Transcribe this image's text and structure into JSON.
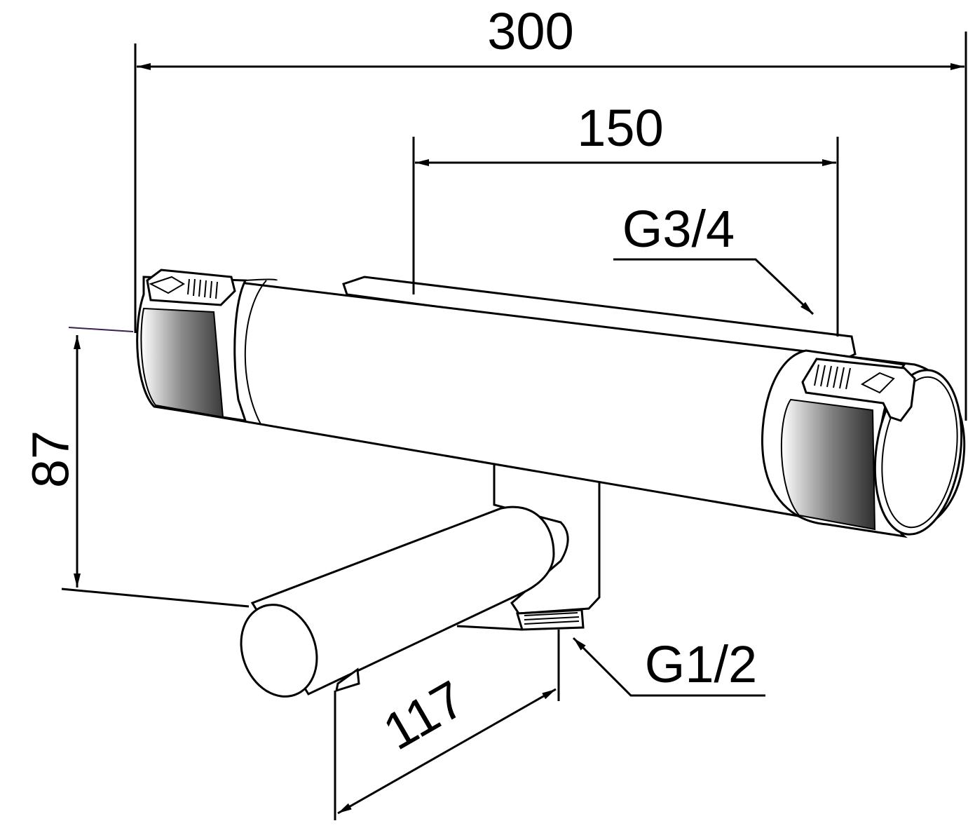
{
  "dimensions": {
    "overall_width": "300",
    "inlet_spacing": "150",
    "height": "87",
    "spout_projection": "117"
  },
  "threads": {
    "inlet": "G3/4",
    "outlet": "G1/2"
  },
  "colors": {
    "line": "#000000",
    "background": "#ffffff"
  }
}
